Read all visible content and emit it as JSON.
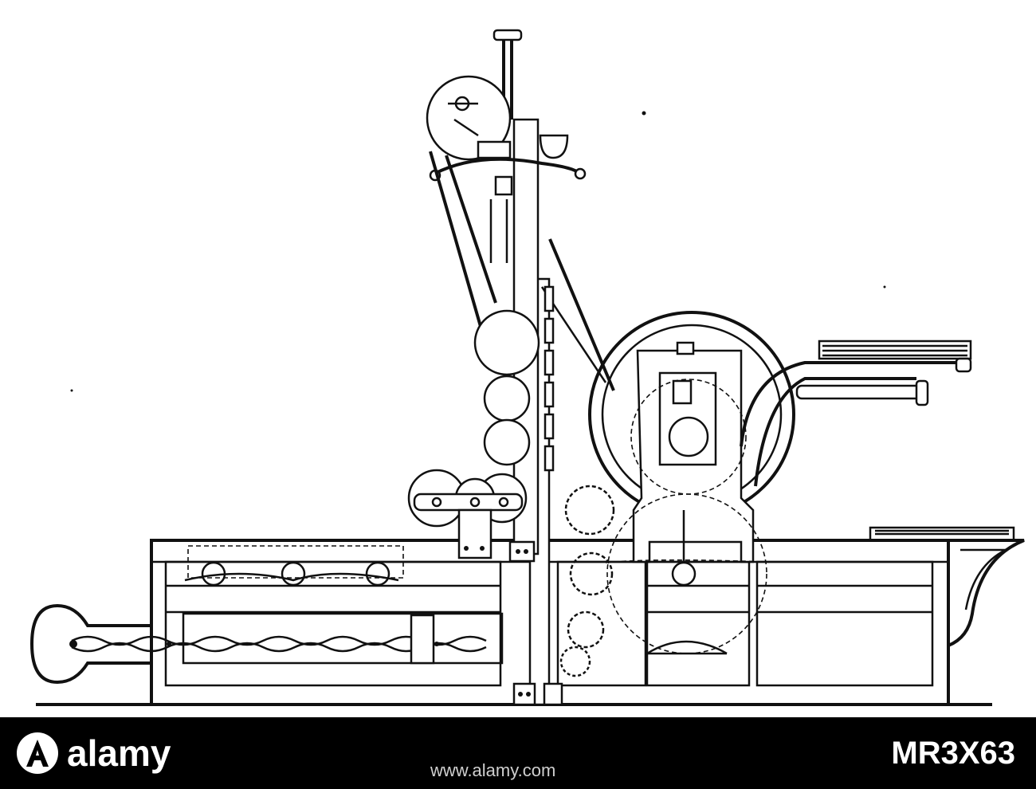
{
  "footer": {
    "logo_text": "alamy",
    "image_id": "MR3X63",
    "site_url": "www.alamy.com"
  },
  "colors": {
    "ink": "#111111",
    "paper": "#ffffff",
    "footer_bg": "#000000",
    "footer_text": "#ffffff"
  }
}
